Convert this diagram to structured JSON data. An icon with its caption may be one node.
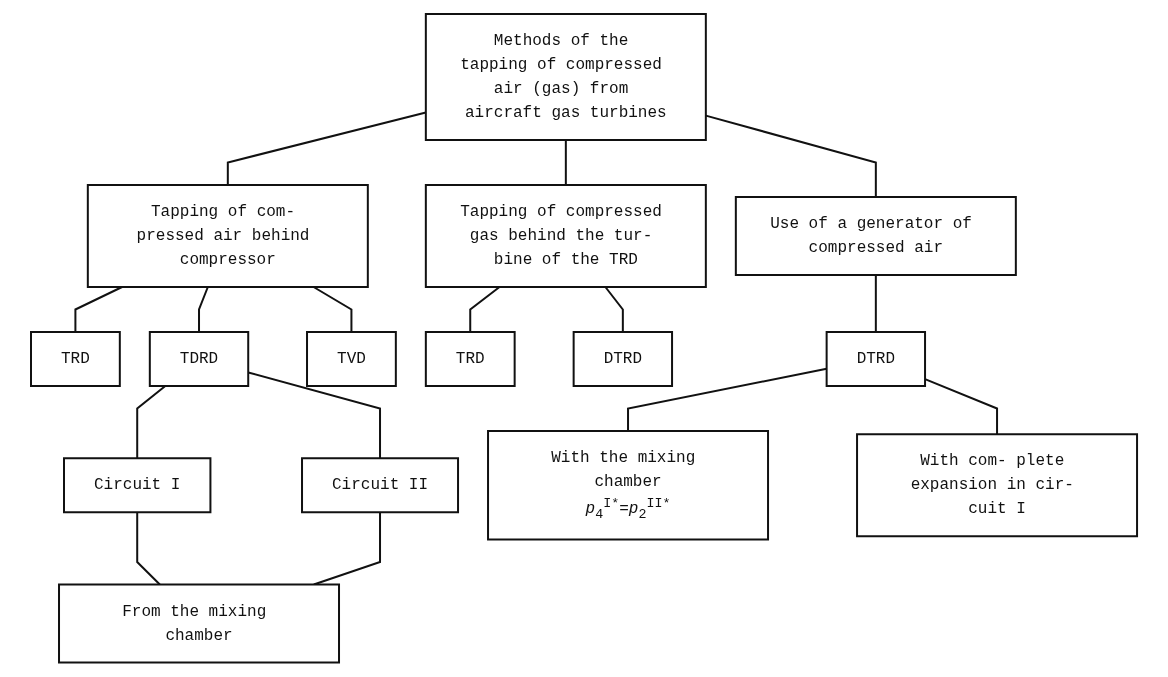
{
  "diagram": {
    "nodes": [
      {
        "text": [
          "Methods of the tapping of compressed air (gas) from aircraft gas turbines"
        ]
      },
      {
        "text": [
          "Tapping of com- pressed air behind compressor"
        ]
      },
      {
        "text": [
          "Tapping of compressed gas behind the tur- bine of the TRD"
        ]
      },
      {
        "text": [
          "Use of a generator of compressed air"
        ]
      },
      {
        "text": [
          "TRD"
        ]
      },
      {
        "text": [
          "TDRD"
        ]
      },
      {
        "text": [
          "TVD"
        ]
      },
      {
        "text": [
          "Circuit I"
        ]
      },
      {
        "text": [
          "Circuit II"
        ]
      },
      {
        "text": [
          "From the mixing chamber"
        ]
      },
      {
        "text": [
          "TRD"
        ]
      },
      {
        "text": [
          "DTRD"
        ]
      },
      {
        "text": [
          "DTRD"
        ]
      },
      {
        "text": [
          "With the mixing chamber",
          "*p*$_{4}$$^{I*}$=*p*$_{2}$$^{II*}$"
        ]
      },
      {
        "text": [
          "With com- plete expansion in cir- cuit I"
        ]
      }
    ],
    "edges": [
      {
        "from": 0,
        "to": 1,
        "arrow": "none"
      },
      {
        "from": 0,
        "to": 2,
        "arrow": "none"
      },
      {
        "from": 0,
        "to": 3,
        "arrow": "none"
      },
      {
        "from": 1,
        "to": 4,
        "arrow": "none"
      },
      {
        "from": 1,
        "to": 5,
        "arrow": "none"
      },
      {
        "from": 1,
        "to": 6,
        "arrow": "none"
      },
      {
        "from": 5,
        "to": 7,
        "arrow": "none"
      },
      {
        "from": 5,
        "to": 8,
        "arrow": "none"
      },
      {
        "from": 7,
        "to": 9,
        "arrow": "none"
      },
      {
        "from": 8,
        "to": 9,
        "arrow": "none"
      },
      {
        "from": 2,
        "to": 10,
        "arrow": "none"
      },
      {
        "from": 2,
        "to": 11,
        "arrow": "none"
      },
      {
        "from": 3,
        "to": 12,
        "arrow": "none"
      },
      {
        "from": 12,
        "to": 13,
        "arrow": "none"
      },
      {
        "from": 12,
        "to": 14,
        "arrow": "none"
      }
    ]
  }
}
